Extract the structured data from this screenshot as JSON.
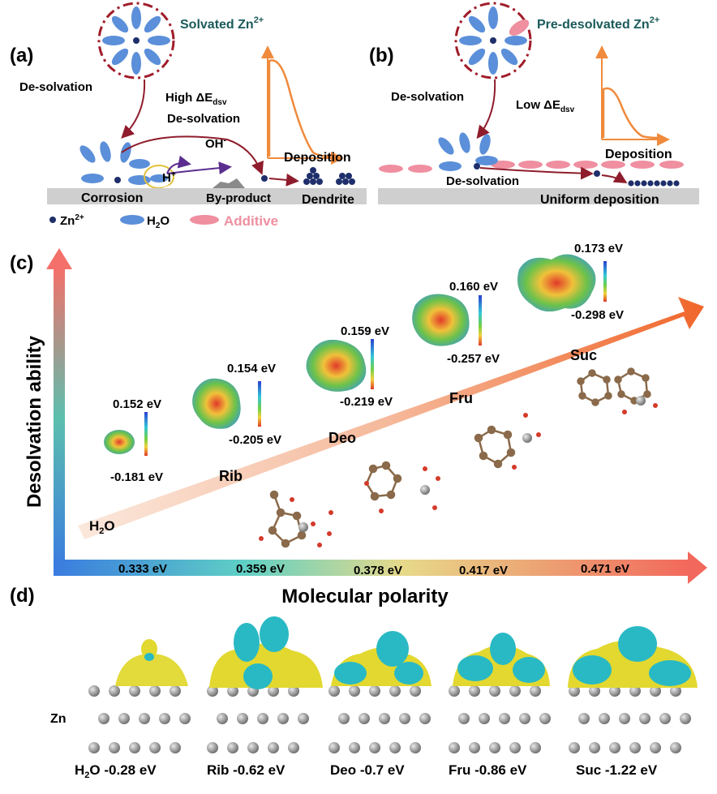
{
  "panel_a": {
    "letter": "(a)",
    "title": "Solvated Zn",
    "title_sup": "2+",
    "desolvation": "De-solvation",
    "high": "High ΔE",
    "high_sub": "dsv",
    "high_line2": "De-solvation",
    "oh": "OH",
    "oh_sup": "-",
    "h": "H",
    "h_sup": "+",
    "deposition": "Deposition",
    "corrosion": "Corrosion",
    "byproduct": "By-product",
    "dendrite": "Dendrite"
  },
  "legend": {
    "zn": "Zn",
    "zn_sup": "2+",
    "h2o": "H",
    "h2o_sub": "2",
    "h2o_end": "O",
    "additive": "Additive"
  },
  "panel_b": {
    "letter": "(b)",
    "title": "Pre-desolvated Zn",
    "title_sup": "2+",
    "desolvation_top": "De-solvation",
    "low": "Low ΔE",
    "low_sub": "dsv",
    "deposition": "Deposition",
    "desolvation_bottom": "De-solvation",
    "uniform": "Uniform deposition"
  },
  "panel_c": {
    "letter": "(c)",
    "y_axis": "Desolvation  ability",
    "x_axis": "Molecular polarity",
    "molecules": [
      {
        "name": "H2O",
        "name_main": "H",
        "name_sub": "2",
        "name_end": "O",
        "esp_max": "0.152 eV",
        "esp_min": "-0.181 eV",
        "polarity": "0.333 eV"
      },
      {
        "name": "Rib",
        "name_main": "Rib",
        "name_sub": "",
        "name_end": "",
        "esp_max": "0.154 eV",
        "esp_min": "-0.205 eV",
        "polarity": "0.359 eV"
      },
      {
        "name": "Deo",
        "name_main": "Deo",
        "name_sub": "",
        "name_end": "",
        "esp_max": "0.159 eV",
        "esp_min": "-0.219 eV",
        "polarity": "0.378 eV"
      },
      {
        "name": "Fru",
        "name_main": "Fru",
        "name_sub": "",
        "name_end": "",
        "esp_max": "0.160 eV",
        "esp_min": "-0.257 eV",
        "polarity": "0.417 eV"
      },
      {
        "name": "Suc",
        "name_main": "Suc",
        "name_sub": "",
        "name_end": "",
        "esp_max": "0.173 eV",
        "esp_min": "-0.298 eV",
        "polarity": "0.471 eV"
      }
    ]
  },
  "panel_d": {
    "letter": "(d)",
    "zn": "Zn",
    "labels": [
      {
        "main": "H",
        "sub": "2",
        "end": "O -0.28 eV"
      },
      {
        "main": "Rib -0.62 eV",
        "sub": "",
        "end": ""
      },
      {
        "main": "Deo -0.7 eV",
        "sub": "",
        "end": ""
      },
      {
        "main": "Fru -0.86 eV",
        "sub": "",
        "end": ""
      },
      {
        "main": "Suc -1.22 eV",
        "sub": "",
        "end": ""
      }
    ]
  },
  "colors": {
    "zn_ion": "#1f2f6b",
    "water": "#5b8fd9",
    "additive": "#ef8fa0",
    "shell": "#a01c2a",
    "curve": "#f08a3c",
    "title_teal": "#1b5a5a",
    "arrow_red": "#8f1c2c",
    "arrow_purple": "#5b2d8f"
  }
}
